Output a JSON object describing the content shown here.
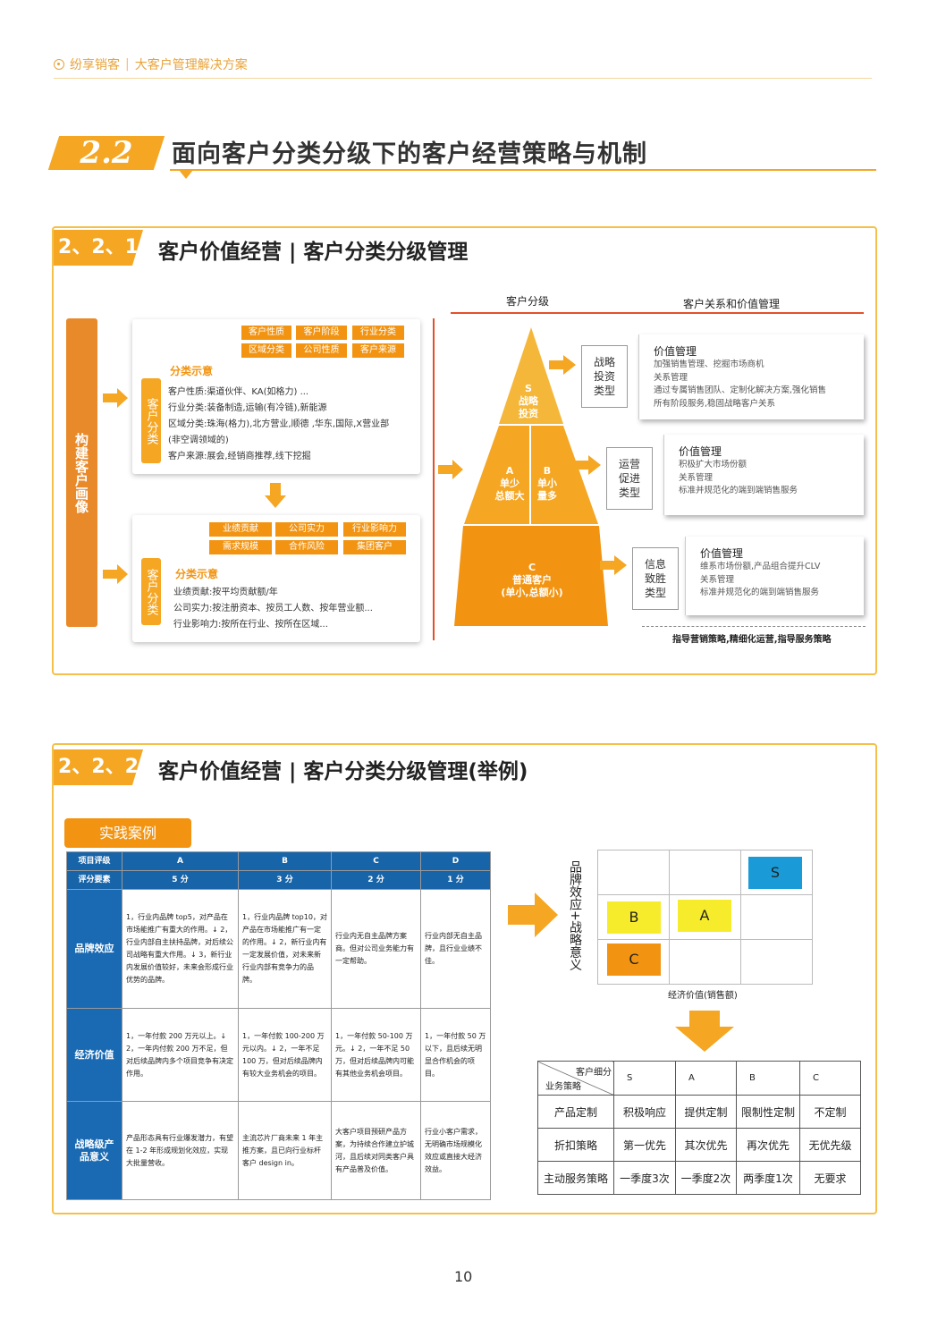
{
  "header": {
    "brand": "纷享销客",
    "divider": "|",
    "subtitle": "大客户管理解决方案"
  },
  "section": {
    "number": "2.2",
    "title": "面向客户分类分级下的客户经营策略与机制"
  },
  "s1": {
    "number": "2、2、1",
    "title": "客户价值经营 | 客户分类分级管理",
    "left_bar": "构建客户画像",
    "tags_top": [
      "客户性质",
      "客户阶段",
      "行业分类",
      "区域分类",
      "公司性质",
      "客户来源"
    ],
    "label_top": "客户分类",
    "hint_top": "分类示意",
    "lines_top": [
      "客户性质:渠道伙伴、KA(如格力) ...",
      "行业分类:装备制造,运输(有冷链),新能源",
      "区域分类:珠海(格力),北方营业,顺德 ,华东,国际,X营业部",
      "(非空调领域的)",
      "客户来源:展会,经销商推荐,线下挖掘"
    ],
    "tags_bot": [
      "业绩贡献",
      "公司实力",
      "行业影响力",
      "需求规模",
      "合作风险",
      "集团客户"
    ],
    "label_bot": "客户分类",
    "hint_bot": "分类示意",
    "lines_bot": [
      "业绩贡献:按平均贡献额/年",
      "公司实力:按注册资本、按员工人数、按年营业额...",
      "行业影响力:按所在行业、按所在区域..."
    ],
    "col1": "客户分级",
    "col2": "客户关系和价值管理",
    "pyr_s": [
      "S",
      "战略",
      "投资"
    ],
    "pyr_a": [
      "A",
      "单少",
      "总额大"
    ],
    "pyr_b": [
      "B",
      "单小",
      "量多"
    ],
    "pyr_c": [
      "C",
      "普通客户",
      "(单小,总额小)"
    ],
    "types": [
      {
        "label": [
          "战略",
          "投资",
          "类型"
        ],
        "title": "价值管理",
        "desc": [
          "加强销售管理、挖掘市场商机",
          "关系管理",
          "通过专属销售团队、定制化解决方案,强化销售",
          "所有阶段服务,稳固战略客户关系"
        ]
      },
      {
        "label": [
          "运营",
          "促进",
          "类型"
        ],
        "title": "价值管理",
        "desc": [
          "积极扩大市场份额",
          "关系管理",
          "标准并规范化的端到端销售服务"
        ]
      },
      {
        "label": [
          "信息",
          "致胜",
          "类型"
        ],
        "title": "价值管理",
        "desc": [
          "维系市场份额,产品组合提升CLV",
          "关系管理",
          "标准并规范化的端到端销售服务"
        ]
      }
    ],
    "footer_note": "指导营销策略,精细化运营,指导服务策略"
  },
  "s2": {
    "number": "2、2、2",
    "title": "客户价值经营 | 客户分类分级管理(举例)",
    "case_btn": "实践案例",
    "table": {
      "h1": "项目评级",
      "h2": "评分要素",
      "cols": [
        {
          "g": "A",
          "s": "5 分"
        },
        {
          "g": "B",
          "s": "3 分"
        },
        {
          "g": "C",
          "s": "2 分"
        },
        {
          "g": "D",
          "s": "1 分"
        }
      ],
      "rows": [
        {
          "label": "品牌效应",
          "cells": [
            "1，行业内品牌 top5，对产品在市场能推广有重大的作用。↓ 2，行业内部自主扶持品牌，对后续公司战略有重大作用。↓ 3，新行业内发展价值较好，未来会形成行业优势的品牌。",
            "1，行业内品牌 top10，对产品在市场能推广有一定的作用。↓ 2，新行业内有一定发展价值，对未来新行业内部有竞争力的品牌。",
            "行业内无自主品牌方案商。但对公司业务能力有一定帮助。",
            "行业内部无自主品牌，且行业业绩不佳。"
          ]
        },
        {
          "label": "经济价值",
          "cells": [
            "1，一年付款 200 万元以上。↓ 2，一年内付款 200 万不足，但对后续品牌内多个项目竞争有决定作用。",
            "1，一年付款 100-200 万元以内。↓ 2，一年不足 100 万，但对后续品牌内有较大业务机会的项目。",
            "1，一年付款 50-100 万元。↓ 2，一年不足 50 万，但对后续品牌内可能有其他业务机会项目。",
            "1，一年付款 50 万以下，且后续无明显合作机会的项目。"
          ]
        },
        {
          "label": "战略级产品意义",
          "cells": [
            "产品形态具有行业爆发潜力，有望在 1-2 年形成规划化效应，实现大批量营收。",
            "主流芯片厂商未来 1 年主推方案，且已向行业标杆客户 design in。",
            "大客户项目预研产品方案，为持续合作建立护城河，且后续对同类客户具有产品普及价值。",
            "行业小客户需求，无明确市场规模化效应或直接大经济效益。"
          ]
        }
      ]
    },
    "matrix": {
      "ylabel": "品牌效应+战略意义",
      "xlabel": "经济价值(销售额)",
      "s": "S",
      "a": "A",
      "b": "B",
      "c": "C"
    },
    "strategy": {
      "corner_top": "客户细分",
      "corner_bot": "业务策略",
      "heads": [
        "S",
        "A",
        "B",
        "C"
      ],
      "rows": [
        {
          "label": "产品定制",
          "vals": [
            "积极响应",
            "提供定制",
            "限制性定制",
            "不定制"
          ]
        },
        {
          "label": "折扣策略",
          "vals": [
            "第一优先",
            "其次优先",
            "再次优先",
            "无优先级"
          ]
        },
        {
          "label": "主动服务策略",
          "vals": [
            "一季度3次",
            "一季度2次",
            "两季度1次",
            "无要求"
          ]
        }
      ]
    }
  },
  "page_number": "10",
  "colors": {
    "accent": "#f5a623",
    "orange": "#f29412",
    "blue": "#1864a8"
  }
}
